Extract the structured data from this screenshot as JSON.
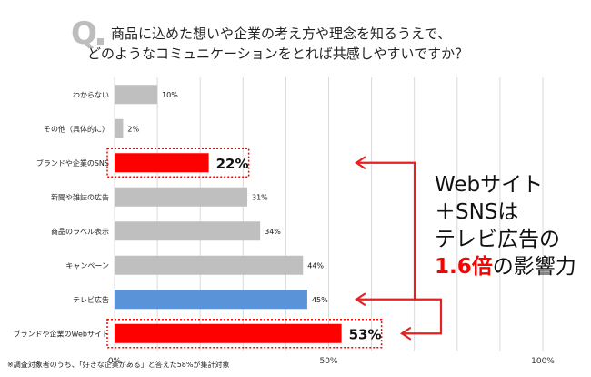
{
  "header": {
    "q_mark": "Q",
    "title_line1": "商品に込めた想いや企業の考え方や理念を知るうえで、",
    "title_line2": "どのようなコミュニケーションをとれば共感しやすいですか？"
  },
  "footnote": "※調査対象者のうち、「好きな企業がある」と答えた58%が集計対象",
  "callout": {
    "line1": "Webサイト",
    "line2": "＋SNSは",
    "line3": "テレビ広告の",
    "highlight": "1.6倍",
    "line4_suffix": "の影響力"
  },
  "colors": {
    "gray": "#bfbfbf",
    "red": "#ff0000",
    "blue": "#5b93d9",
    "arrow": "#e8201f"
  },
  "chart_data": {
    "type": "bar",
    "orientation": "horizontal",
    "categories": [
      "わからない",
      "その他（具体的に）",
      "ブランドや企業のSNS",
      "新聞や雑誌の広告",
      "商品のラベル表示",
      "キャンペーン",
      "テレビ広告",
      "ブランドや企業のWebサイト"
    ],
    "values": [
      10,
      2,
      22,
      31,
      34,
      44,
      45,
      53
    ],
    "value_labels": [
      "10%",
      "2%",
      "22%",
      "31%",
      "34%",
      "44%",
      "45%",
      "53%"
    ],
    "bar_colors": [
      "gray",
      "gray",
      "red",
      "gray",
      "gray",
      "gray",
      "blue",
      "red"
    ],
    "emphasized": [
      false,
      false,
      true,
      false,
      false,
      false,
      false,
      true
    ],
    "xlim": [
      0,
      100
    ],
    "x_ticks": [
      0,
      50,
      100
    ],
    "x_tick_labels": [
      "0%",
      "50%",
      "100%"
    ],
    "grid": true
  }
}
